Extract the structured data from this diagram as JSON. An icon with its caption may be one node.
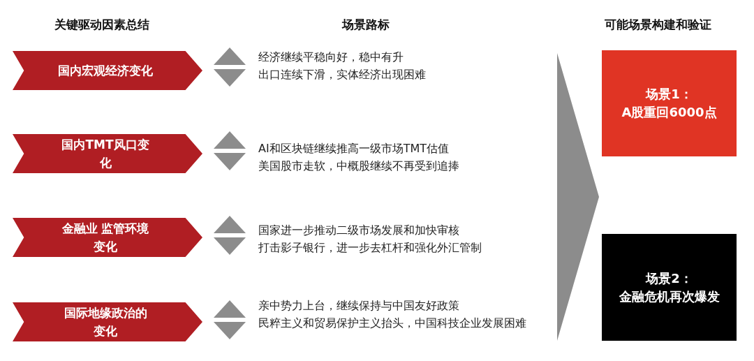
{
  "diagram": {
    "nodes": [
      {
        "text": [
          "国内宏观经济变化"
        ]
      },
      {
        "text": [
          "国内TMT风口变化"
        ]
      },
      {
        "text": [
          "金融业 监管环境变化"
        ]
      },
      {
        "text": [
          "国际地缘政治的变化"
        ]
      },
      {
        "text": [
          "场景1：",
          "A股重回6000点"
        ]
      },
      {
        "text": [
          "场景2：",
          "金融危机再次爆发"
        ]
      }
    ],
    "labels": [
      "关键驱动因素总结",
      "场景路标",
      "可能场景构建和验证",
      "经济继续平稳向好，稳中有升",
      "出口连续下滑，实体经济出现困难",
      "AI和区块链继续推高一级市场TMT估值",
      "美国股市走软，中概股继续不再受到追捧",
      "国家进一步推动二级市场发展和加快审核",
      "打击影子银行，进一步去杠杆和强化外汇管制",
      "亲中势力上台，继续保持与中国友好政策",
      "民粹主义和贸易保护主义抬头，中国科技企业发展困难"
    ]
  }
}
